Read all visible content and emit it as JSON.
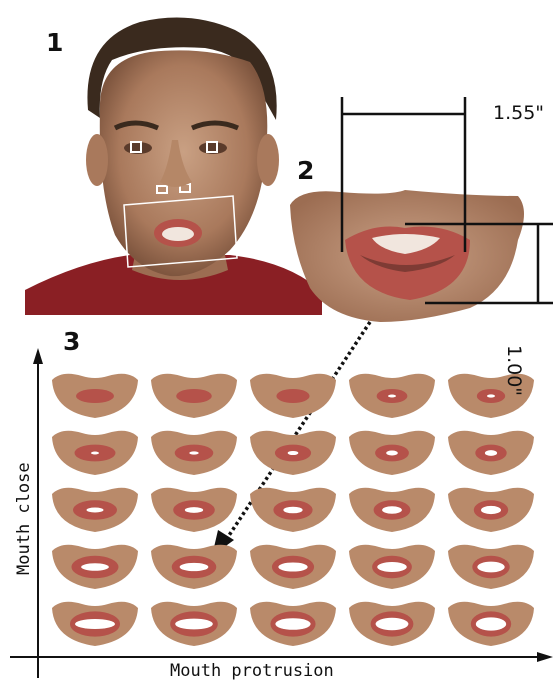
{
  "panels": {
    "panel1_label": "1",
    "panel2_label": "2",
    "panel3_label": "3"
  },
  "measurements": {
    "width_label": "1.55\"",
    "height_label": "1.00\""
  },
  "axes": {
    "x_label": "Mouth protrusion",
    "y_label": "Mouth close"
  },
  "grid": {
    "rows": 5,
    "cols": 5
  },
  "colors": {
    "skin": "#b98a6a",
    "lips": "#b5524a",
    "shirt": "#8a1f24",
    "hair": "#3a2a1e",
    "background": "#ffffff"
  }
}
